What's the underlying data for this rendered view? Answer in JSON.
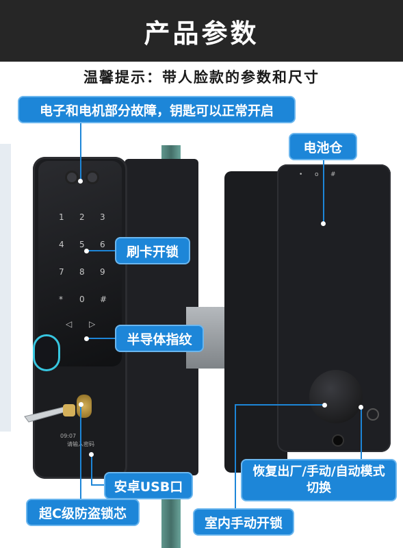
{
  "header": {
    "title": "产品参数"
  },
  "subtitle": "温馨提示：带人脸款的参数和尺寸",
  "callouts": {
    "backup_key": "电子和电机部分故障，钥匙可以正常开启",
    "battery": "电池仓",
    "card": "刷卡开锁",
    "fingerprint": "半导体指纹",
    "usb": "安卓USB口",
    "mode_line1": "恢复出厂/手动/自动模式",
    "mode_line2": "切换",
    "lock_core": "超C级防盗锁芯",
    "manual": "室内手动开锁"
  },
  "keypad": [
    "1",
    "2",
    "3",
    "4",
    "5",
    "6",
    "7",
    "8",
    "9",
    "*",
    "0",
    "#"
  ],
  "screen": {
    "time": "09:07",
    "text": "请输入密码"
  },
  "colors": {
    "accent": "#1d86d8",
    "header_bg": "#262626",
    "lock_body": "#1b1c1f",
    "fingerprint_ring": "#37c6e0"
  }
}
